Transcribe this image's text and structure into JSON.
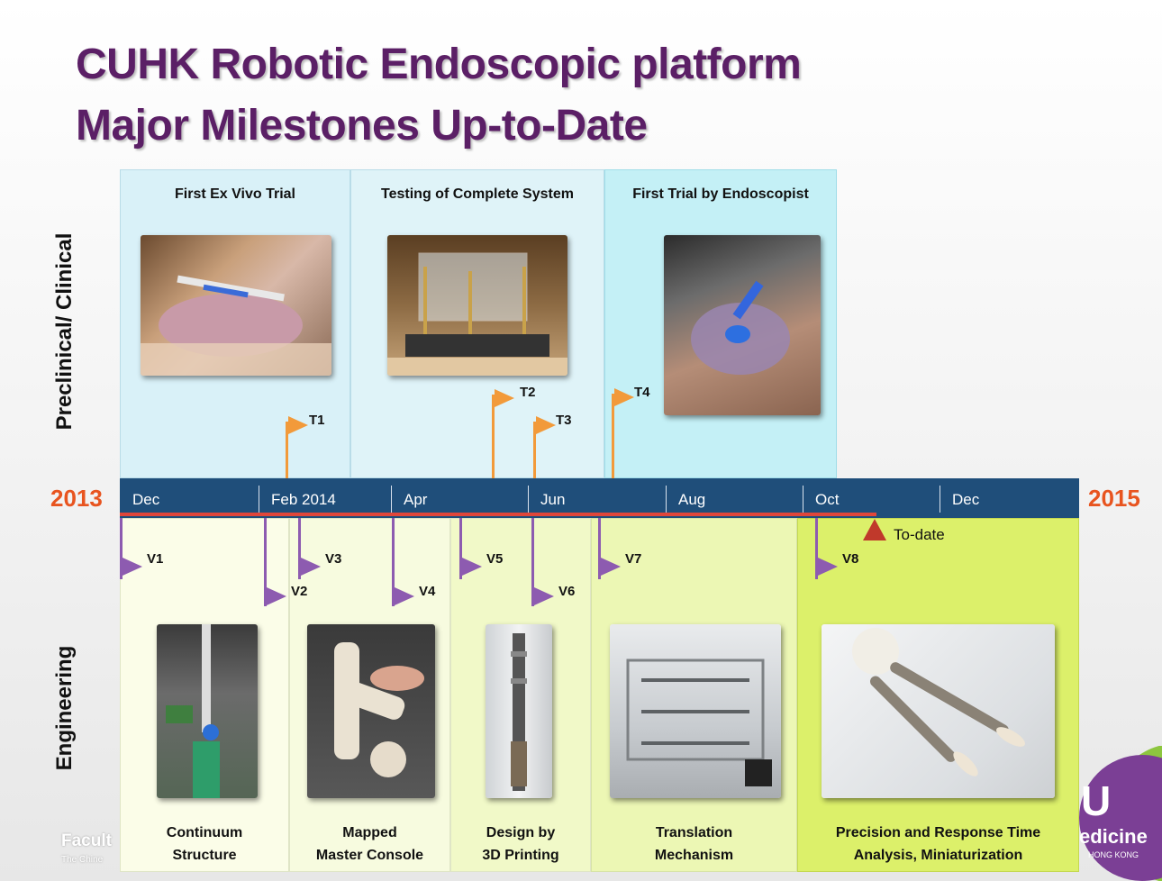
{
  "title": {
    "line1": "CUHK Robotic Endoscopic platform",
    "line2": "Major Milestones Up-to-Date"
  },
  "side_labels": {
    "preclinical": "Preclinical/ Clinical",
    "engineering": "Engineering"
  },
  "years": {
    "start": "2013",
    "end": "2015"
  },
  "timeline": {
    "months": [
      "Dec",
      "Feb 2014",
      "Apr",
      "Jun",
      "Aug",
      "Oct",
      "Dec"
    ],
    "todate_label": "To-date"
  },
  "preclinical_panels": [
    {
      "title": "First Ex Vivo Trial"
    },
    {
      "title": "Testing of Complete System"
    },
    {
      "title": "First Trial by Endoscopist"
    }
  ],
  "trial_flags": [
    "T1",
    "T2",
    "T3",
    "T4"
  ],
  "version_flags": [
    "V1",
    "V2",
    "V3",
    "V4",
    "V5",
    "V6",
    "V7",
    "V8"
  ],
  "engineering_panels": [
    {
      "caption1": "Continuum",
      "caption2": "Structure"
    },
    {
      "caption1": "Mapped",
      "caption2": "Master Console"
    },
    {
      "caption1": "Design by",
      "caption2": "3D Printing"
    },
    {
      "caption1": "Translation",
      "caption2": "Mechanism"
    },
    {
      "caption1": "Precision and Response Time",
      "caption2": "Analysis, Miniaturization"
    }
  ],
  "faculty_logo": {
    "left_text": "Facult",
    "left_small": "The Chine",
    "right_big": "U",
    "right_word": "edicine",
    "right_small": "HONG KONG"
  },
  "colors": {
    "title": "#5b1f66",
    "timeline_bar": "#1f4e7a",
    "year": "#e8541f",
    "trial_flag": "#f29a3a",
    "version_flag": "#8d5bb0",
    "todate_marker": "#c0392b",
    "preclinical_panel_1": "#d9f1f8",
    "preclinical_panel_3": "#c4f0f6",
    "engineering_panel_1": "#fbfde8",
    "engineering_panel_5": "#dcf06a"
  }
}
